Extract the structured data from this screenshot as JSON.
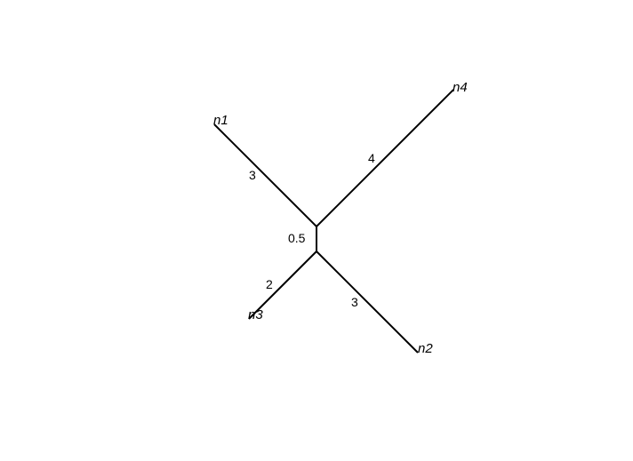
{
  "tree": {
    "type": "unrooted",
    "taxa": [
      {
        "id": "n1",
        "label": "n1"
      },
      {
        "id": "n2",
        "label": "n2"
      },
      {
        "id": "n3",
        "label": "n3"
      },
      {
        "id": "n4",
        "label": "n4"
      }
    ],
    "internal_nodes": [
      {
        "id": "A"
      },
      {
        "id": "B"
      }
    ],
    "edges": [
      {
        "from": "A",
        "to": "n1",
        "length": 3,
        "label": "3"
      },
      {
        "from": "A",
        "to": "n4",
        "length": 4,
        "label": "4"
      },
      {
        "from": "A",
        "to": "B",
        "length": 0.5,
        "label": "0.5"
      },
      {
        "from": "B",
        "to": "n3",
        "length": 2,
        "label": "2"
      },
      {
        "from": "B",
        "to": "n2",
        "length": 3,
        "label": "3"
      }
    ]
  }
}
